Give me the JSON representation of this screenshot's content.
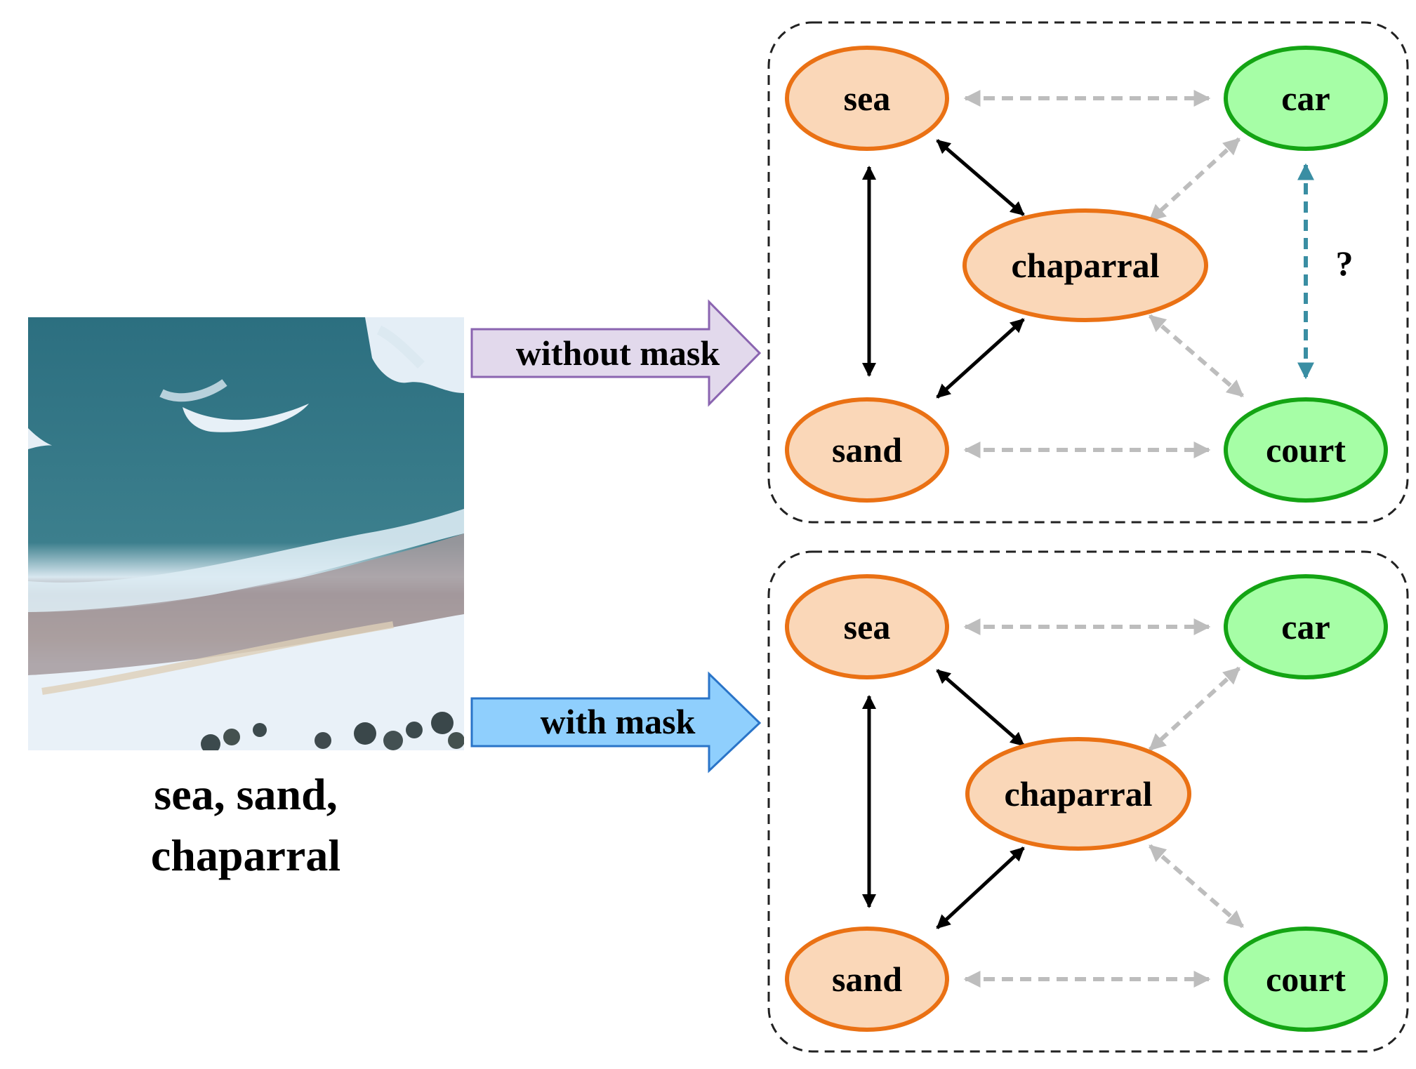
{
  "image_caption": {
    "line1": "sea, sand,",
    "line2": "chaparral"
  },
  "arrows": {
    "top_label": "without mask",
    "bottom_label": "with mask"
  },
  "colors": {
    "non_target_fill": "#fad7b8",
    "non_target_stroke": "#ea7114",
    "target_fill": "#a6fea6",
    "target_stroke": "#14a414",
    "strong_edge": "#000000",
    "weak_edge": "#bdbdbd",
    "query_edge": "#3a8ea3",
    "top_arrow_fill": "#e2d9ec",
    "top_arrow_stroke": "#8a64b0",
    "bottom_arrow_fill": "#8fcffd",
    "bottom_arrow_stroke": "#2a74c8"
  },
  "graph_top": {
    "nodes": {
      "sea": "sea",
      "car": "car",
      "chaparral": "chaparral",
      "sand": "sand",
      "court": "court"
    },
    "question_mark": "?"
  },
  "graph_bottom": {
    "nodes": {
      "sea": "sea",
      "car": "car",
      "chaparral": "chaparral",
      "sand": "sand",
      "court": "court"
    }
  },
  "aerial_image": {
    "icon": "aerial-coast-image"
  }
}
